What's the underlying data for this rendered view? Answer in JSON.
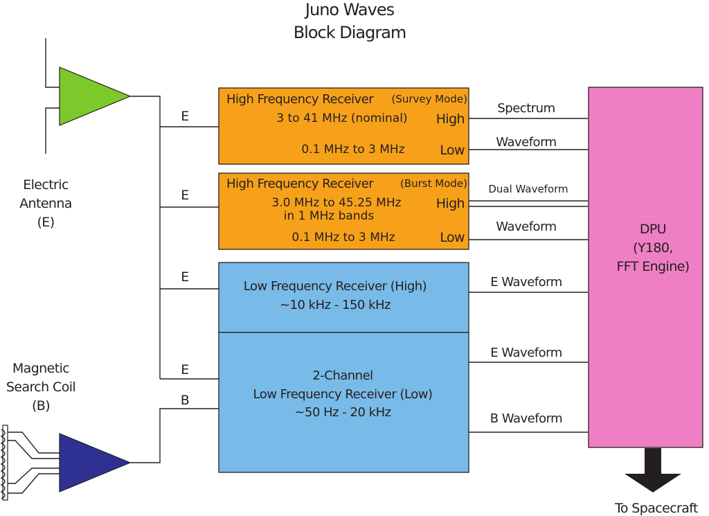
{
  "title": {
    "line1": "Juno Waves",
    "line2": "Block Diagram"
  },
  "sensors": {
    "electric": {
      "line1": "Electric",
      "line2": "Antenna",
      "line3": "(E)"
    },
    "magnetic": {
      "line1": "Magnetic",
      "line2": "Search Coil",
      "line3": "(B)"
    }
  },
  "inputs": [
    "E",
    "E",
    "E",
    "E",
    "B"
  ],
  "hfr_survey": {
    "title": "High Frequency Receiver",
    "mode": "(Survey  Mode)",
    "high_range": "3 to 41 MHz (nominal)",
    "high_label": "High",
    "low_range": "0.1 MHz  to  3 MHz",
    "low_label": "Low"
  },
  "hfr_burst": {
    "title": "High Frequency Receiver",
    "mode": "(Burst Mode)",
    "high_range1": "3.0 MHz  to  45.25 MHz",
    "high_range2": "in 1 MHz bands",
    "high_label": "High",
    "low_range": "0.1 MHz  to  3 MHz",
    "low_label": "Low"
  },
  "lfr_high": {
    "line1": "Low Frequency Receiver (High)",
    "line2": "~10 kHz - 150 kHz"
  },
  "lfr_low": {
    "line1": "2-Channel",
    "line2": "Low Frequency Receiver (Low)",
    "line3": "~50 Hz - 20 kHz"
  },
  "outputs": {
    "spectrum": "Spectrum",
    "waveform1": "Waveform",
    "dual_waveform": "Dual Waveform",
    "waveform2": "Waveform",
    "e_waveform1": "E Waveform",
    "e_waveform2": "E Waveform",
    "b_waveform": "B Waveform"
  },
  "dpu": {
    "line1": "DPU",
    "line2": "(Y180,",
    "line3": "FFT Engine)"
  },
  "to_spacecraft": "To Spacecraft",
  "colors": {
    "hfr": "#f7a11a",
    "lfr": "#79bbe8",
    "dpu": "#ef7fc4",
    "electric_amp": "#7dc82b",
    "magnetic_amp": "#2e3192",
    "line": "#231f20"
  }
}
